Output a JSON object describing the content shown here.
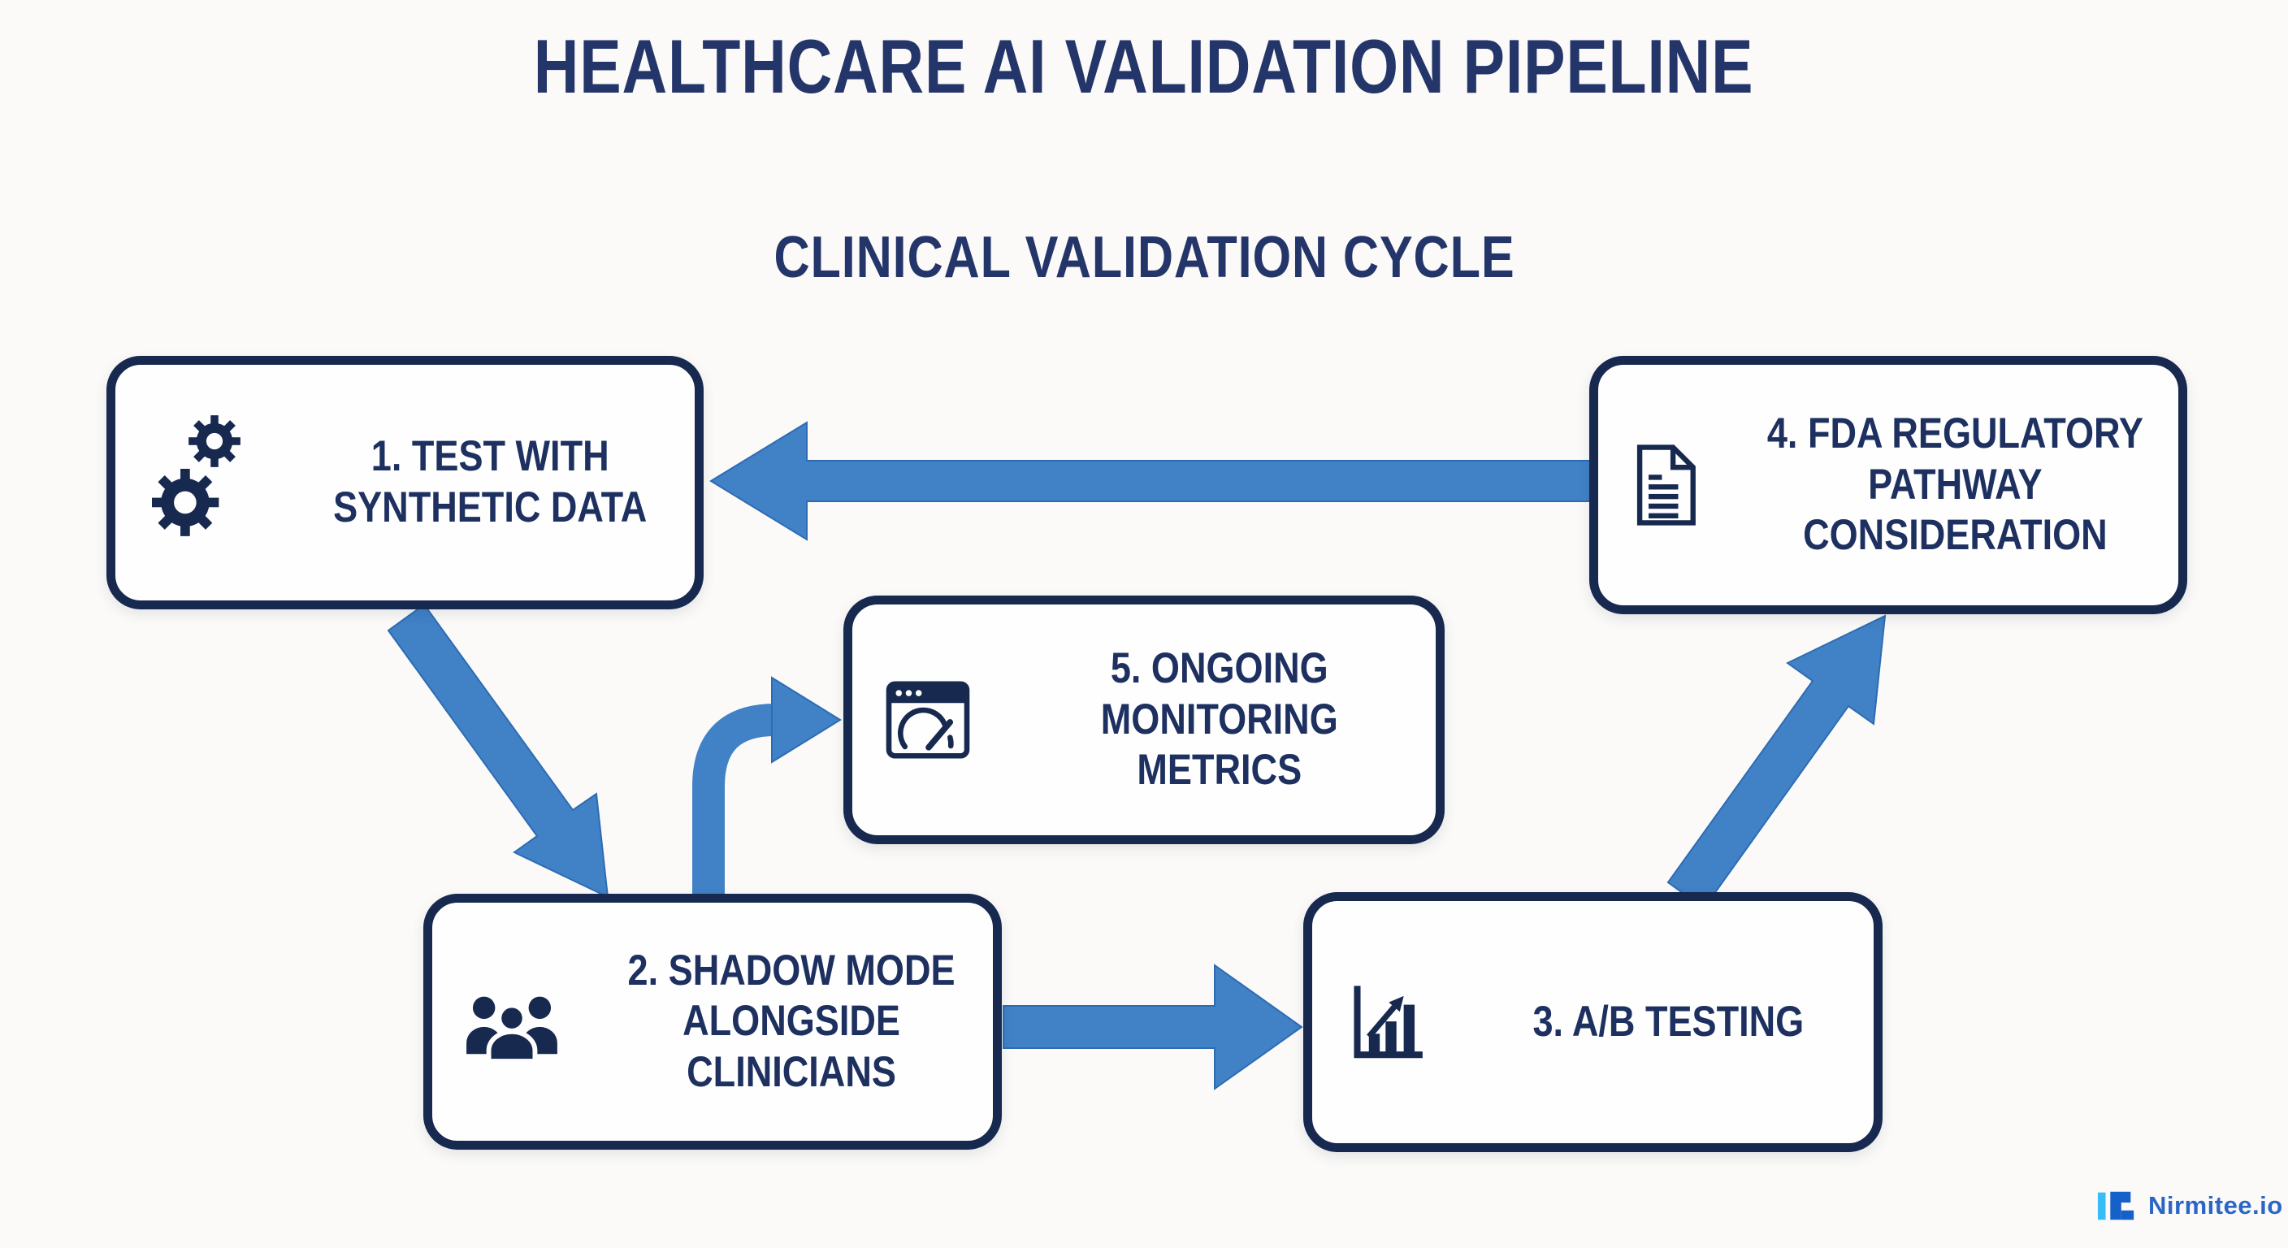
{
  "page": {
    "title": "HEALTHCARE AI VALIDATION PIPELINE",
    "subtitle": "CLINICAL VALIDATION CYCLE"
  },
  "colors": {
    "page_bg": "#fbfaf8",
    "box_bg": "#fefefe",
    "navy": "#17294f",
    "text_navy": "#1d3060",
    "title_navy": "#24356a",
    "arrow_blue": "#4181c6",
    "arrow_edge": "#2d6cb4",
    "logo_blue": "#2b66c6",
    "logo_cyan": "#38bdf8",
    "logo_dark": "#1660c9"
  },
  "boxes": [
    {
      "id": 1,
      "label": "1. TEST WITH\nSYNTHETIC DATA",
      "icon": "gears-icon"
    },
    {
      "id": 2,
      "label": "2. SHADOW MODE\nALONGSIDE\nCLINICIANS",
      "icon": "clinicians-group-icon"
    },
    {
      "id": 3,
      "label": "3. A/B TESTING",
      "icon": "bar-chart-growth-icon"
    },
    {
      "id": 4,
      "label": "4. FDA REGULATORY\nPATHWAY\nCONSIDERATION",
      "icon": "document-icon"
    },
    {
      "id": 5,
      "label": "5. ONGOING\nMONITORING\nMETRICS",
      "icon": "dashboard-gauge-icon"
    }
  ],
  "arrows": [
    {
      "from": "box-1",
      "to": "box-2",
      "shape": "diagonal-down-right"
    },
    {
      "from": "box-2",
      "to": "box-5",
      "shape": "curved-up-right"
    },
    {
      "from": "box-2",
      "to": "box-3",
      "shape": "horizontal-right"
    },
    {
      "from": "box-3",
      "to": "box-4",
      "shape": "diagonal-up-right"
    },
    {
      "from": "box-4",
      "to": "box-1",
      "shape": "long-horizontal-left"
    }
  ],
  "logo": {
    "text": "Nirmitee.io"
  }
}
